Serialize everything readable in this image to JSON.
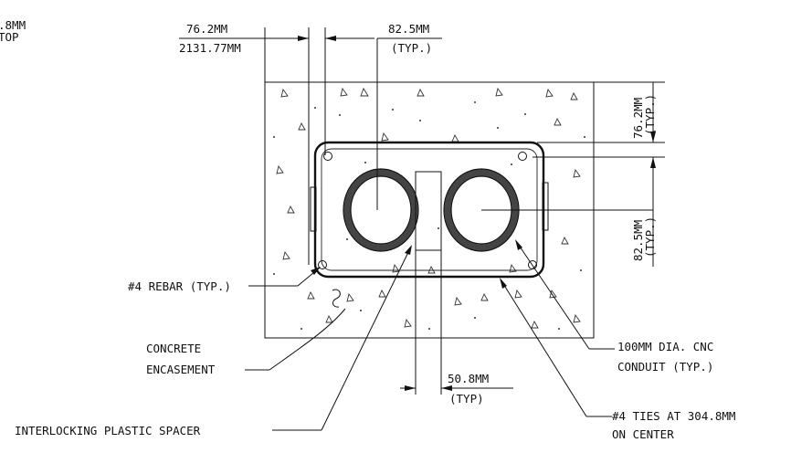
{
  "labels": {
    "top_left_cut_1": ".8MM",
    "top_left_cut_2": "TOP",
    "dim_cover_top": "76.2MM",
    "dim_cover_bottom": "2131.77MM",
    "dim_spacing_top": "82.5MM",
    "dim_spacing_bottom": "(TYP.)",
    "dim_right_top_1": "76.2MM",
    "dim_right_top_2": "(TYP.)",
    "dim_right_bottom_1": "82.5MM",
    "dim_right_bottom_2": "(TYP.)",
    "dim_spacer_top": "50.8MM",
    "dim_spacer_bottom": "(TYP)",
    "rebar": "#4 REBAR (TYP.)",
    "concrete_1": "CONCRETE",
    "concrete_2": "ENCASEMENT",
    "spacer": "INTERLOCKING PLASTIC SPACER",
    "conduit_1": "100MM DIA. CNC",
    "conduit_2": "CONDUIT (TYP.)",
    "ties_1": "#4 TIES AT 304.8MM",
    "ties_2": "ON CENTER"
  }
}
